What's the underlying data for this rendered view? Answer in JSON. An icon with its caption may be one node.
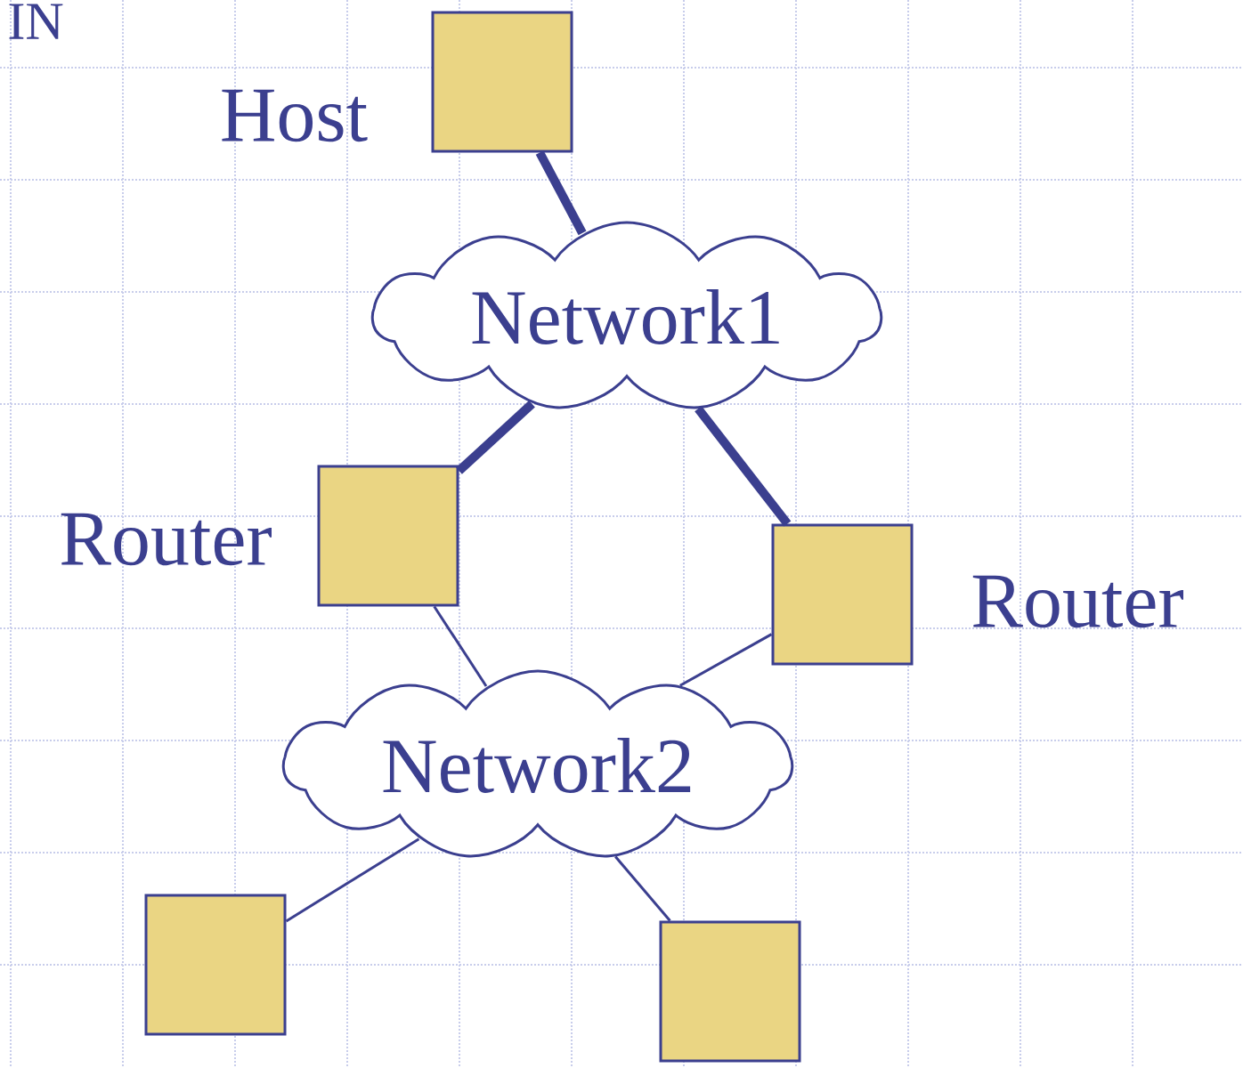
{
  "diagram": {
    "nodes": [
      {
        "text": [],
        "shape": "box",
        "beside": [
          "Host"
        ]
      },
      {
        "text": [
          "Network1"
        ]
      },
      {
        "text": [],
        "shape": "box",
        "beside": [
          "Router"
        ]
      },
      {
        "text": [],
        "shape": "box",
        "beside": [
          "Router"
        ]
      },
      {
        "text": [
          "Network2"
        ]
      },
      {
        "text": [],
        "shape": "box"
      },
      {
        "text": [],
        "shape": "box"
      }
    ],
    "edges": [
      {
        "from": 0,
        "to": 1,
        "arrow": "none",
        "style": "thick"
      },
      {
        "from": 1,
        "to": 2,
        "arrow": "none",
        "style": "thick"
      },
      {
        "from": 1,
        "to": 3,
        "arrow": "none",
        "style": "thick"
      },
      {
        "from": 2,
        "to": 4,
        "arrow": "none"
      },
      {
        "from": 3,
        "to": 4,
        "arrow": "none"
      },
      {
        "from": 5,
        "to": 4,
        "arrow": "none"
      },
      {
        "from": 6,
        "to": 4,
        "arrow": "none"
      }
    ],
    "labels": [
      "IN"
    ]
  }
}
